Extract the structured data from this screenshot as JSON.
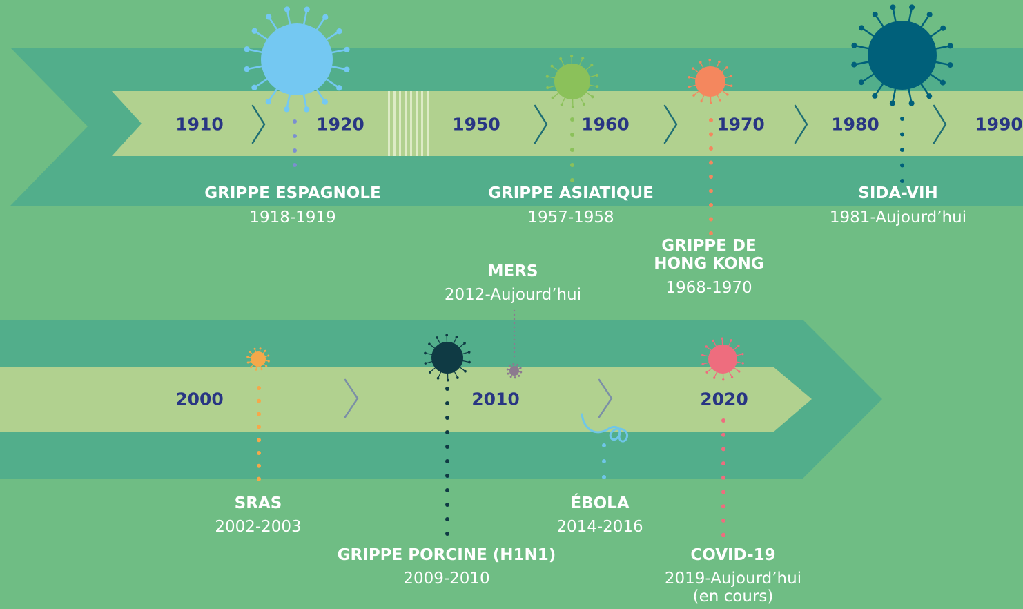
{
  "years": {
    "y1910": "1910",
    "y1920": "1920",
    "y1950": "1950",
    "y1960": "1960",
    "y1970": "1970",
    "y1980": "1980",
    "y1990": "1990",
    "y2000": "2000",
    "y2010": "2010",
    "y2020": "2020"
  },
  "events": {
    "spanish_flu": {
      "name": "GRIPPE ESPAGNOLE",
      "dates": "1918-1919",
      "color": "#74c8f2"
    },
    "asian_flu": {
      "name": "GRIPPE ASIATIQUE",
      "dates": "1957-1958",
      "color": "#8bc15a"
    },
    "hong_kong_flu": {
      "name_line1": "GRIPPE DE",
      "name_line2": "HONG KONG",
      "dates": "1968-1970",
      "color": "#f4875e"
    },
    "hiv": {
      "name": "SIDA-VIH",
      "dates": "1981-Aujourd’hui",
      "color": "#00607a"
    },
    "mers": {
      "name": "MERS",
      "dates": "2012-Aujourd’hui",
      "color": "#8c7a8f"
    },
    "sars": {
      "name": "SRAS",
      "dates": "2002-2003",
      "color": "#f5a84a"
    },
    "h1n1": {
      "name": "GRIPPE PORCINE (H1N1)",
      "dates": "2009-2010",
      "color": "#0f3a44"
    },
    "ebola": {
      "name": "ÉBOLA",
      "dates": "2014-2016",
      "color": "#6fc6e8"
    },
    "covid": {
      "name": "COVID-19",
      "dates_line1": "2019-Aujourd’hui",
      "dates_line2": "(en cours)",
      "color": "#ee6d7e"
    }
  },
  "colors": {
    "background": "#6fbd84",
    "outer_band": "#52ae8b",
    "inner_band": "#b1d18f",
    "year_text": "#283583",
    "separator": "#1f6e74"
  }
}
